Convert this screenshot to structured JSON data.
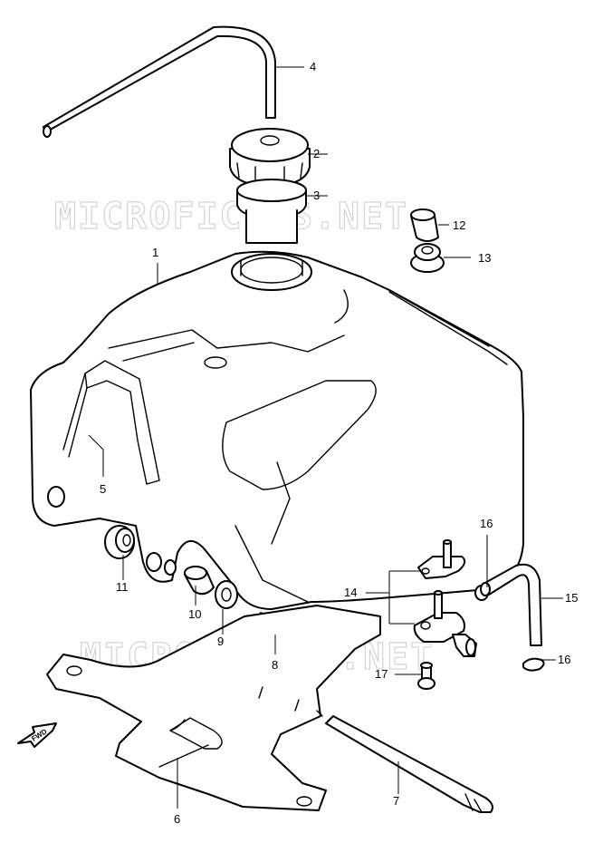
{
  "watermark": "MICROFICHES.NET",
  "callouts": [
    "1",
    "2",
    "3",
    "4",
    "5",
    "6",
    "7",
    "8",
    "9",
    "10",
    "11",
    "12",
    "13",
    "14",
    "15",
    "16",
    "16",
    "17"
  ],
  "direction_label": "FWD"
}
